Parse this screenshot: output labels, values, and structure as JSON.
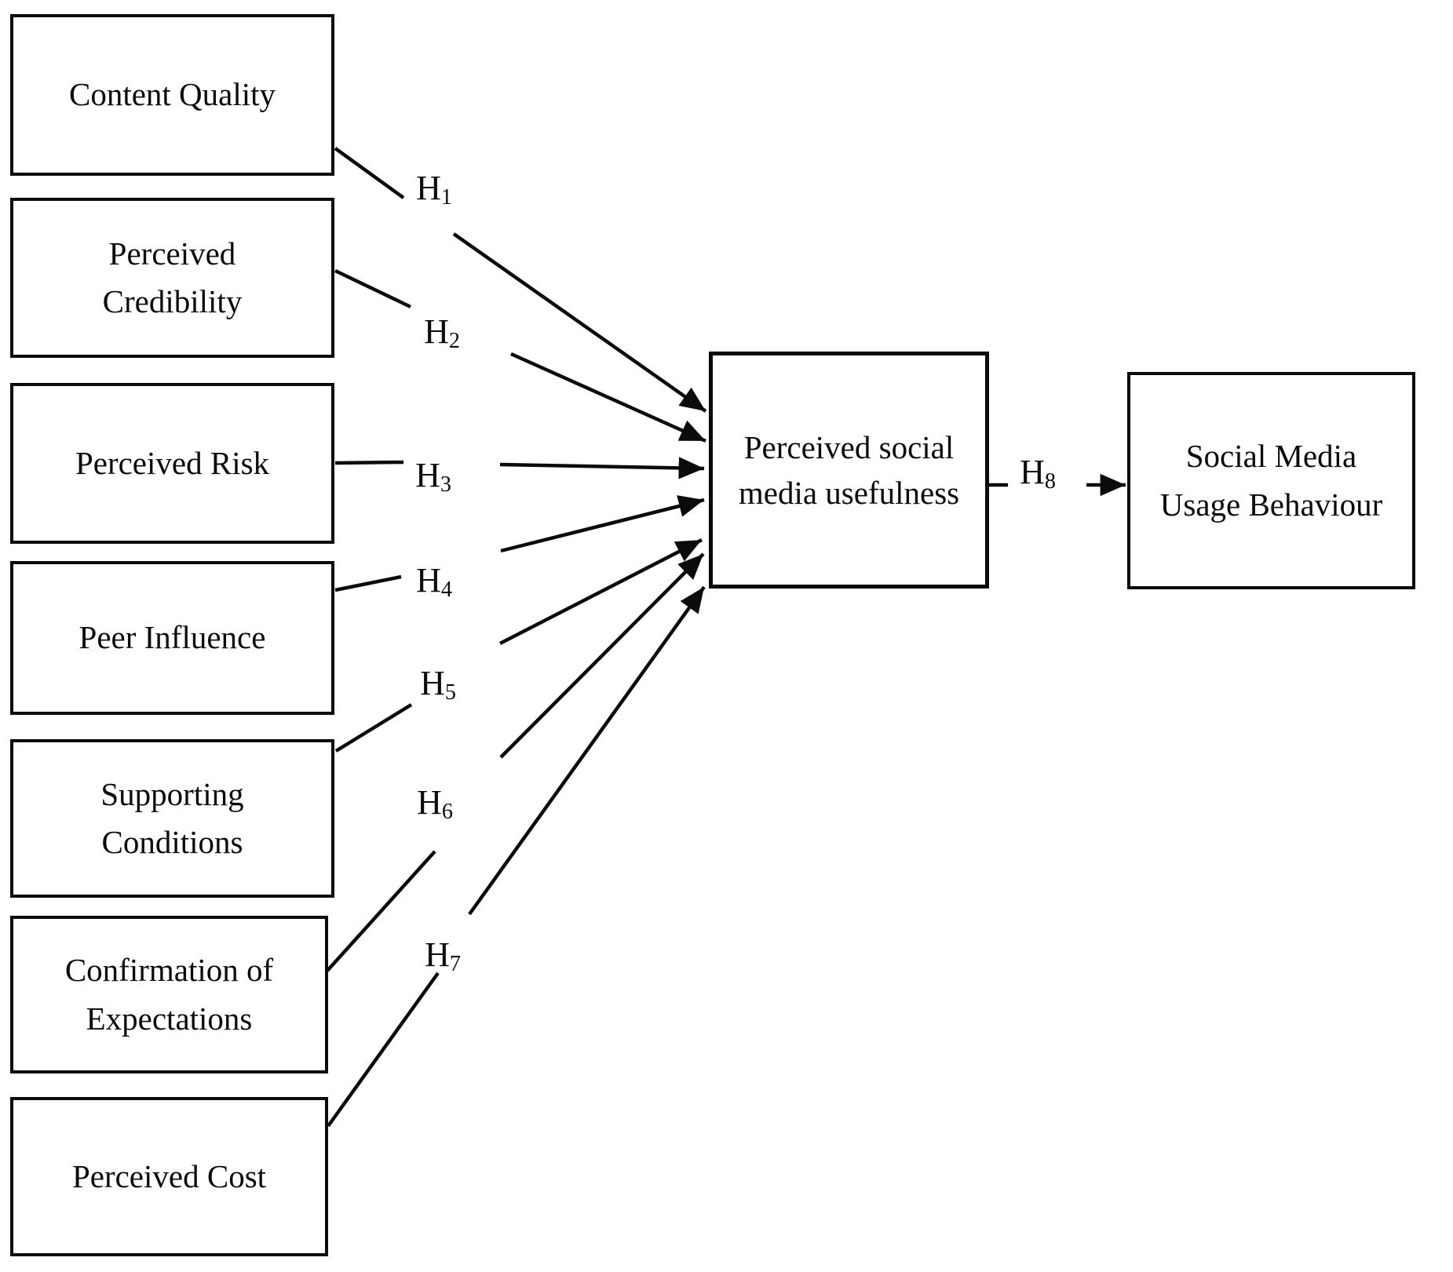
{
  "figure": {
    "background_color": "#ffffff",
    "ink_color": "#0b0b0b"
  },
  "nodes": {
    "left": [
      {
        "label": "Content Quality",
        "lines": [
          "Content Quality"
        ]
      },
      {
        "label": "Perceived Credibility",
        "lines": [
          "Perceived",
          "Credibility"
        ]
      },
      {
        "label": "Perceived Risk",
        "lines": [
          "Perceived Risk"
        ]
      },
      {
        "label": "Peer Influence",
        "lines": [
          "Peer Influence"
        ]
      },
      {
        "label": "Supporting Conditions",
        "lines": [
          "Supporting",
          "Conditions"
        ]
      },
      {
        "label": "Confirmation of Expectations",
        "lines": [
          "Confirmation of",
          "Expectations"
        ]
      },
      {
        "label": "Perceived Cost",
        "lines": [
          "Perceived Cost"
        ]
      }
    ],
    "mediator": {
      "label": "Perceived social media usefulness",
      "lines": [
        "Perceived social",
        "media usefulness"
      ]
    },
    "outcome": {
      "label": "Social Media Usage Behaviour",
      "lines": [
        "Social Media",
        "Usage Behaviour"
      ]
    }
  },
  "hypotheses": [
    {
      "id": "H1",
      "base": "H",
      "sub": "1",
      "from": "Content Quality",
      "to": "Perceived social media usefulness"
    },
    {
      "id": "H2",
      "base": "H",
      "sub": "2",
      "from": "Perceived Credibility",
      "to": "Perceived social media usefulness"
    },
    {
      "id": "H3",
      "base": "H",
      "sub": "3",
      "from": "Perceived Risk",
      "to": "Perceived social media usefulness"
    },
    {
      "id": "H4",
      "base": "H",
      "sub": "4",
      "from": "Peer Influence",
      "to": "Perceived social media usefulness"
    },
    {
      "id": "H5",
      "base": "H",
      "sub": "5",
      "from": "Supporting Conditions",
      "to": "Perceived social media usefulness"
    },
    {
      "id": "H6",
      "base": "H",
      "sub": "6",
      "from": "Confirmation of Expectations",
      "to": "Perceived social media usefulness"
    },
    {
      "id": "H7",
      "base": "H",
      "sub": "7",
      "from": "Perceived Cost",
      "to": "Perceived social media usefulness"
    },
    {
      "id": "H8",
      "base": "H",
      "sub": "8",
      "from": "Perceived social media usefulness",
      "to": "Social Media Usage Behaviour"
    }
  ]
}
